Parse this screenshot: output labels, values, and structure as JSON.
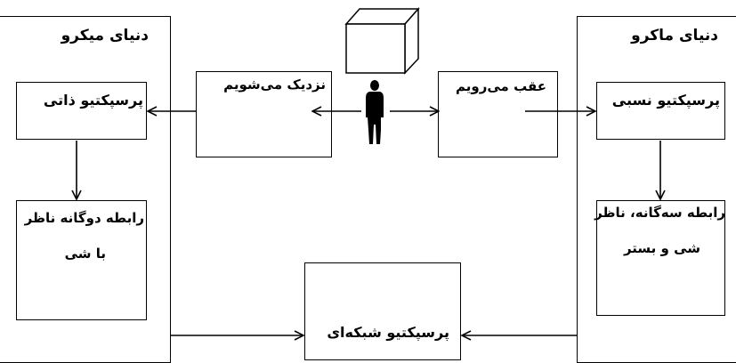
{
  "micro": {
    "title": "دنیای میکرو",
    "perspective": "پرسپکتیو ذاتی",
    "relation_line1": "رابطه دوگانه ناظر",
    "relation_line2": "با شی"
  },
  "macro": {
    "title": "دنیای ماکرو",
    "perspective": "پرسپکتیو نسبی",
    "relation_line1": "رابطه سه‌گانه، ناظر",
    "relation_line2": "شی و بستر"
  },
  "center": {
    "approach": "نزدیک می‌شویم",
    "retreat": "عقب می‌رویم",
    "network": "پرسپکتیو شبکه‌ای"
  },
  "icons": {
    "object": "cube-icon",
    "observer": "person-silhouette-icon"
  }
}
